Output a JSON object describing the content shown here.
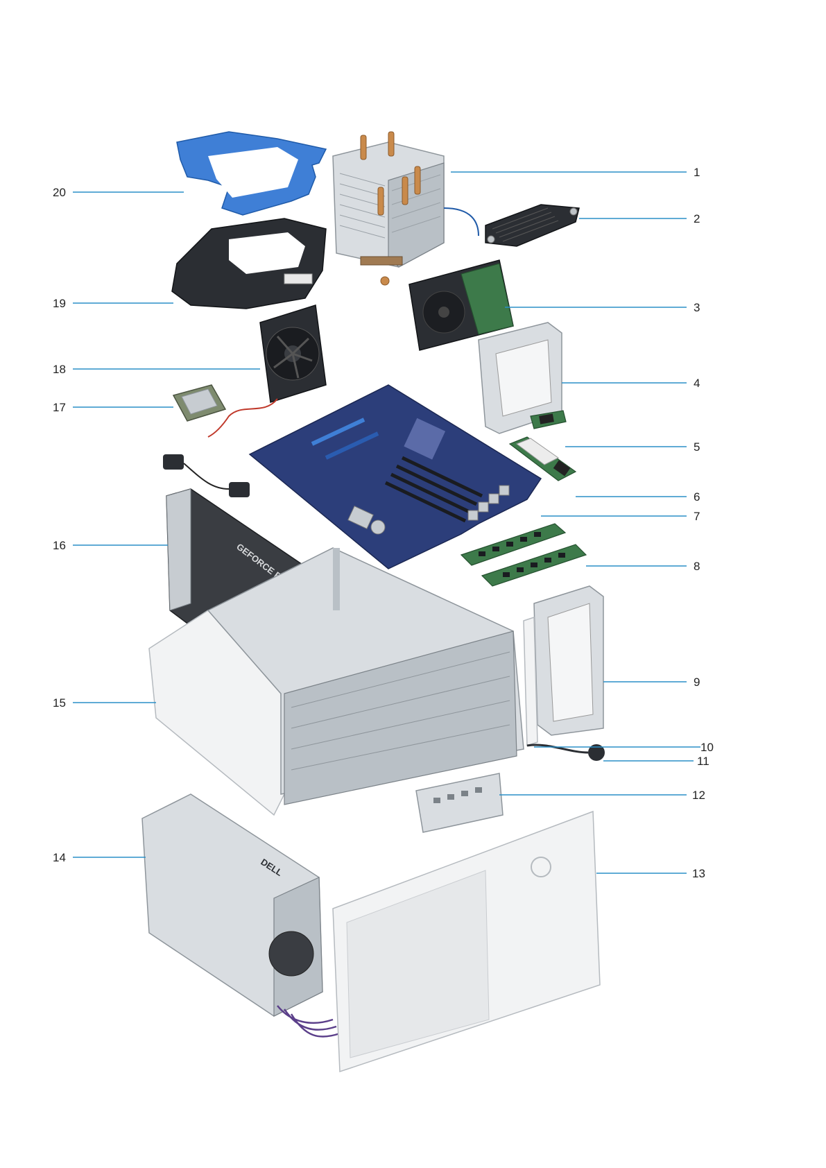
{
  "callouts": [
    {
      "n": "1"
    },
    {
      "n": "2"
    },
    {
      "n": "3"
    },
    {
      "n": "4"
    },
    {
      "n": "5"
    },
    {
      "n": "6"
    },
    {
      "n": "7"
    },
    {
      "n": "8"
    },
    {
      "n": "9"
    },
    {
      "n": "10"
    },
    {
      "n": "11"
    },
    {
      "n": "12"
    },
    {
      "n": "13"
    },
    {
      "n": "14"
    },
    {
      "n": "15"
    },
    {
      "n": "16"
    },
    {
      "n": "17"
    },
    {
      "n": "18"
    },
    {
      "n": "19"
    },
    {
      "n": "20"
    }
  ],
  "gpu_brand": "GEFORCE RTX",
  "psu_brand": "DELL",
  "colors": {
    "leader": "#2a8fc7",
    "hdd_bracket": "#3f7fd6",
    "motherboard": "#2c3e7a"
  }
}
